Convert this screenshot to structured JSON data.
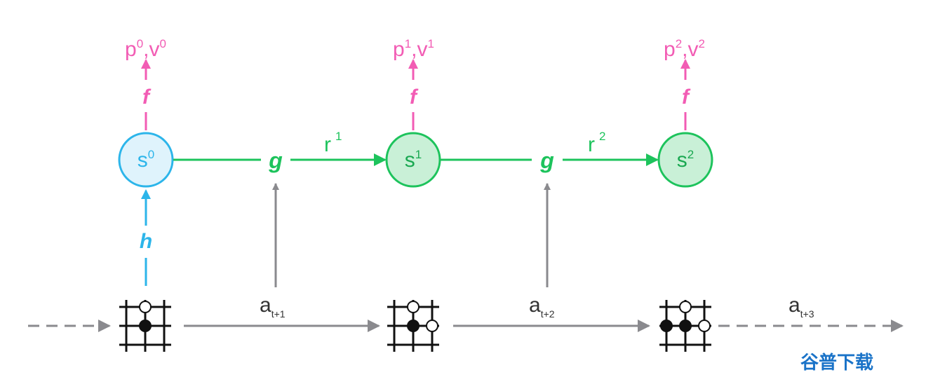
{
  "colors": {
    "pink": "#f25cb4",
    "cyan": "#2cb5ea",
    "green": "#1dc35c",
    "gray": "#8a8a8e",
    "dark": "#333333",
    "watermark": "#1a73c8"
  },
  "outputs": [
    {
      "p": "p",
      "p_sup": "0",
      "sep": ",",
      "v": "v",
      "v_sup": "0"
    },
    {
      "p": "p",
      "p_sup": "1",
      "sep": ",",
      "v": "v",
      "v_sup": "1"
    },
    {
      "p": "p",
      "p_sup": "2",
      "sep": ",",
      "v": "v",
      "v_sup": "2"
    }
  ],
  "functions": {
    "f": "f",
    "g": "g",
    "h": "h"
  },
  "states": [
    {
      "base": "s",
      "sup": "0"
    },
    {
      "base": "s",
      "sup": "1"
    },
    {
      "base": "s",
      "sup": "2"
    }
  ],
  "rewards": [
    {
      "base": "r",
      "sup": "1"
    },
    {
      "base": "r",
      "sup": "2"
    }
  ],
  "actions": [
    {
      "base": "a",
      "sub": "t+1"
    },
    {
      "base": "a",
      "sub": "t+2"
    },
    {
      "base": "a",
      "sub": "t+3"
    }
  ],
  "watermark": "谷普下载"
}
